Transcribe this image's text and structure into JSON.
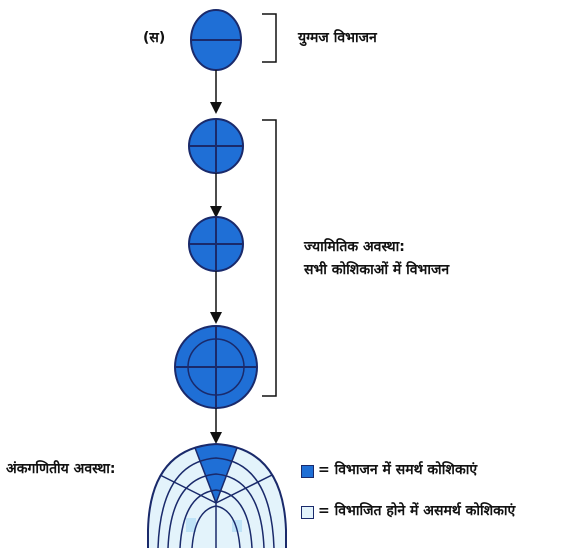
{
  "labels": {
    "stage_marker": "(स)",
    "zygote_division": "युग्मज विभाजन",
    "geometric_stage_line1": "ज्यामितिक अवस्था:",
    "geometric_stage_line2": "सभी कोशिकाओं में विभाजन",
    "arithmetic_stage": "अंकगणितीय अवस्था:"
  },
  "legend": [
    {
      "color": "#1f6fd6",
      "text": "= विभाजन में समर्थ कोशिकाएं"
    },
    {
      "color": "#e3f3fb",
      "text": "= विभाजित होने में असमर्थ कोशिकाएं"
    }
  ],
  "colors": {
    "dividing_cell": "#1f6fd6",
    "non_dividing_cell": "#e3f3fb",
    "outline": "#1a2a6b"
  }
}
